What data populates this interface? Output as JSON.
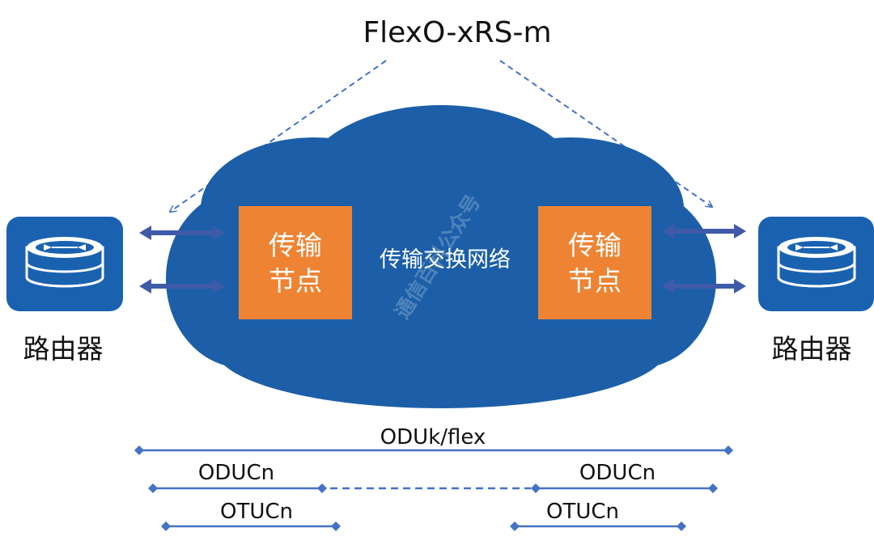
{
  "title": "FlexO-xRS-m",
  "network_label": "传输交换网络",
  "nodes": {
    "left": {
      "line1": "传输",
      "line2": "节点"
    },
    "right": {
      "line1": "传输",
      "line2": "节点"
    }
  },
  "routers": {
    "left": {
      "label": "路由器"
    },
    "right": {
      "label": "路由器"
    }
  },
  "layers": {
    "oduk": "ODUk/flex",
    "oducn_left": "ODUCn",
    "oducn_right": "ODUCn",
    "otucn_left": "OTUCn",
    "otucn_right": "OTUCn"
  },
  "watermark": "通信百科公众号",
  "colors": {
    "cloud": "#1C5FA8",
    "node": "#EE8433",
    "router": "#1A62B0",
    "line": "#4472C4",
    "arrow": "#3F5AA8"
  }
}
